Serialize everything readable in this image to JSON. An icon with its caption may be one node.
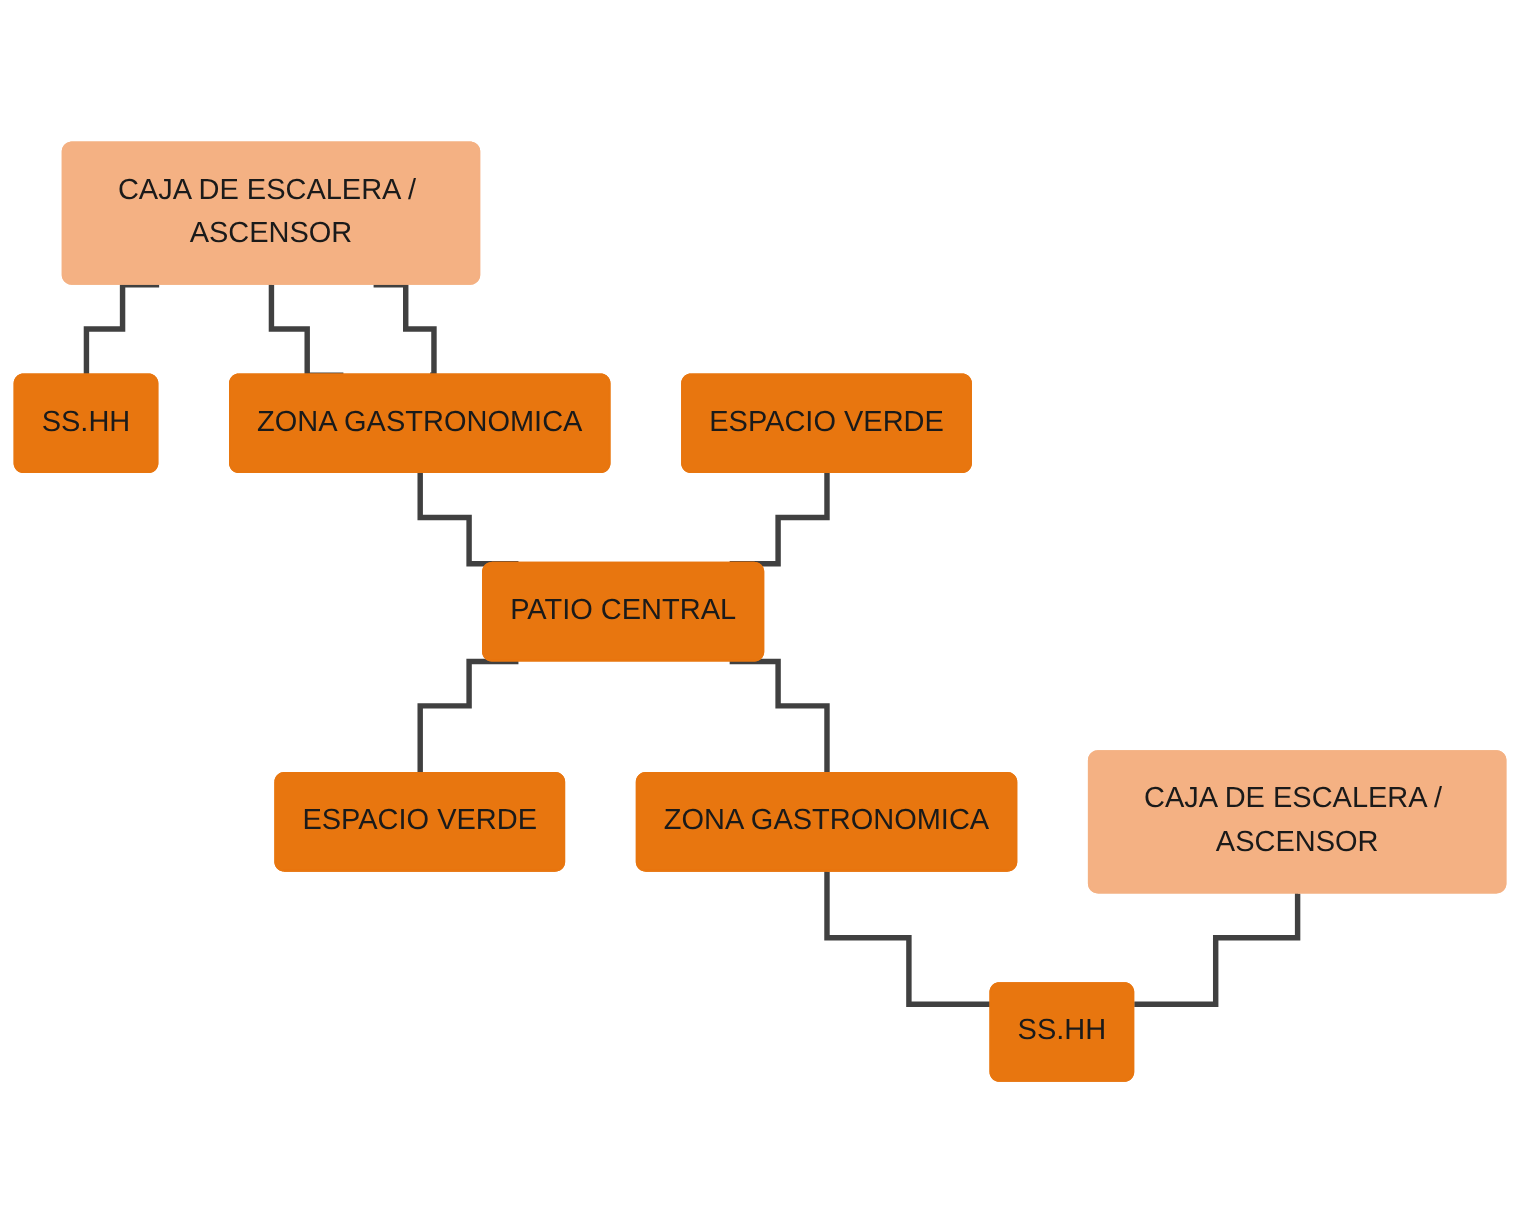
{
  "diagram": {
    "nodes": [
      {
        "text": [
          "CAJA DE ESCALERA / ASCENSOR"
        ]
      },
      {
        "text": [
          "SS.HH"
        ]
      },
      {
        "text": [
          "ESPACIO VERDE"
        ]
      },
      {
        "text": [
          "ZONA GASTRONOMICA"
        ]
      },
      {
        "text": [
          "PATIO CENTRAL"
        ]
      },
      {
        "text": [
          "ESPACIO VERDE"
        ]
      },
      {
        "text": [
          "CAJA DE ESCALERA / ASCENSOR"
        ]
      },
      {
        "text": [
          "ZONA GASTRONOMICA"
        ]
      },
      {
        "text": [
          "SS.HH"
        ]
      }
    ],
    "edges": [
      {
        "from": 0,
        "to": 1,
        "arrow": "none"
      },
      {
        "from": 0,
        "to": 3,
        "arrow": "none"
      },
      {
        "from": 0,
        "to": 3,
        "arrow": "none"
      },
      {
        "from": 3,
        "to": 4,
        "arrow": "none"
      },
      {
        "from": 2,
        "to": 4,
        "arrow": "none"
      },
      {
        "from": 4,
        "to": 5,
        "arrow": "none"
      },
      {
        "from": 4,
        "to": 7,
        "arrow": "none"
      },
      {
        "from": 7,
        "to": 8,
        "arrow": "none"
      },
      {
        "from": 6,
        "to": 8,
        "arrow": "none"
      }
    ]
  }
}
